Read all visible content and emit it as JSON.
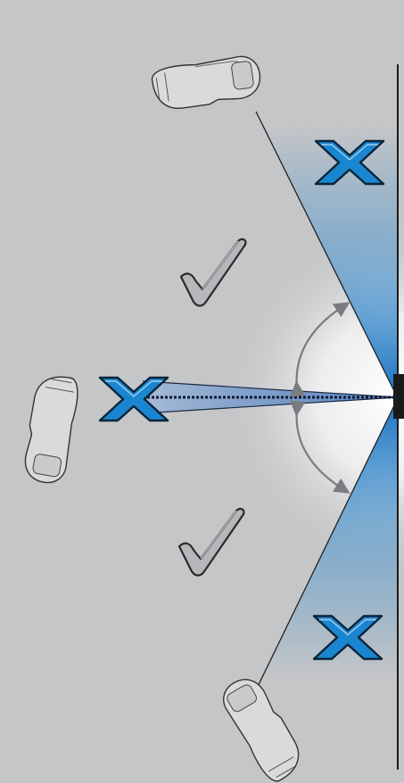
{
  "diagram": {
    "scanner_positions": [
      {
        "id": "top",
        "verdict": "incorrect",
        "icon": "x-mark-icon"
      },
      {
        "id": "upper-angle",
        "verdict": "correct",
        "icon": "check-mark-icon"
      },
      {
        "id": "perpendicular",
        "verdict": "incorrect",
        "icon": "x-mark-icon"
      },
      {
        "id": "lower-angle",
        "verdict": "correct",
        "icon": "check-mark-icon"
      },
      {
        "id": "bottom",
        "verdict": "incorrect",
        "icon": "x-mark-icon"
      }
    ],
    "colors": {
      "background": "#c5c6c8",
      "x_mark": "#1a86d0",
      "x_outline": "#0a2438",
      "check_mark": "#b5b7ba",
      "glare_blue": "#1f7fc9",
      "surface_line": "#1a1a1a"
    },
    "icons": [
      "barcode-scanner-icon",
      "x-mark-icon",
      "check-mark-icon",
      "angle-arc-arrow-icon"
    ]
  }
}
